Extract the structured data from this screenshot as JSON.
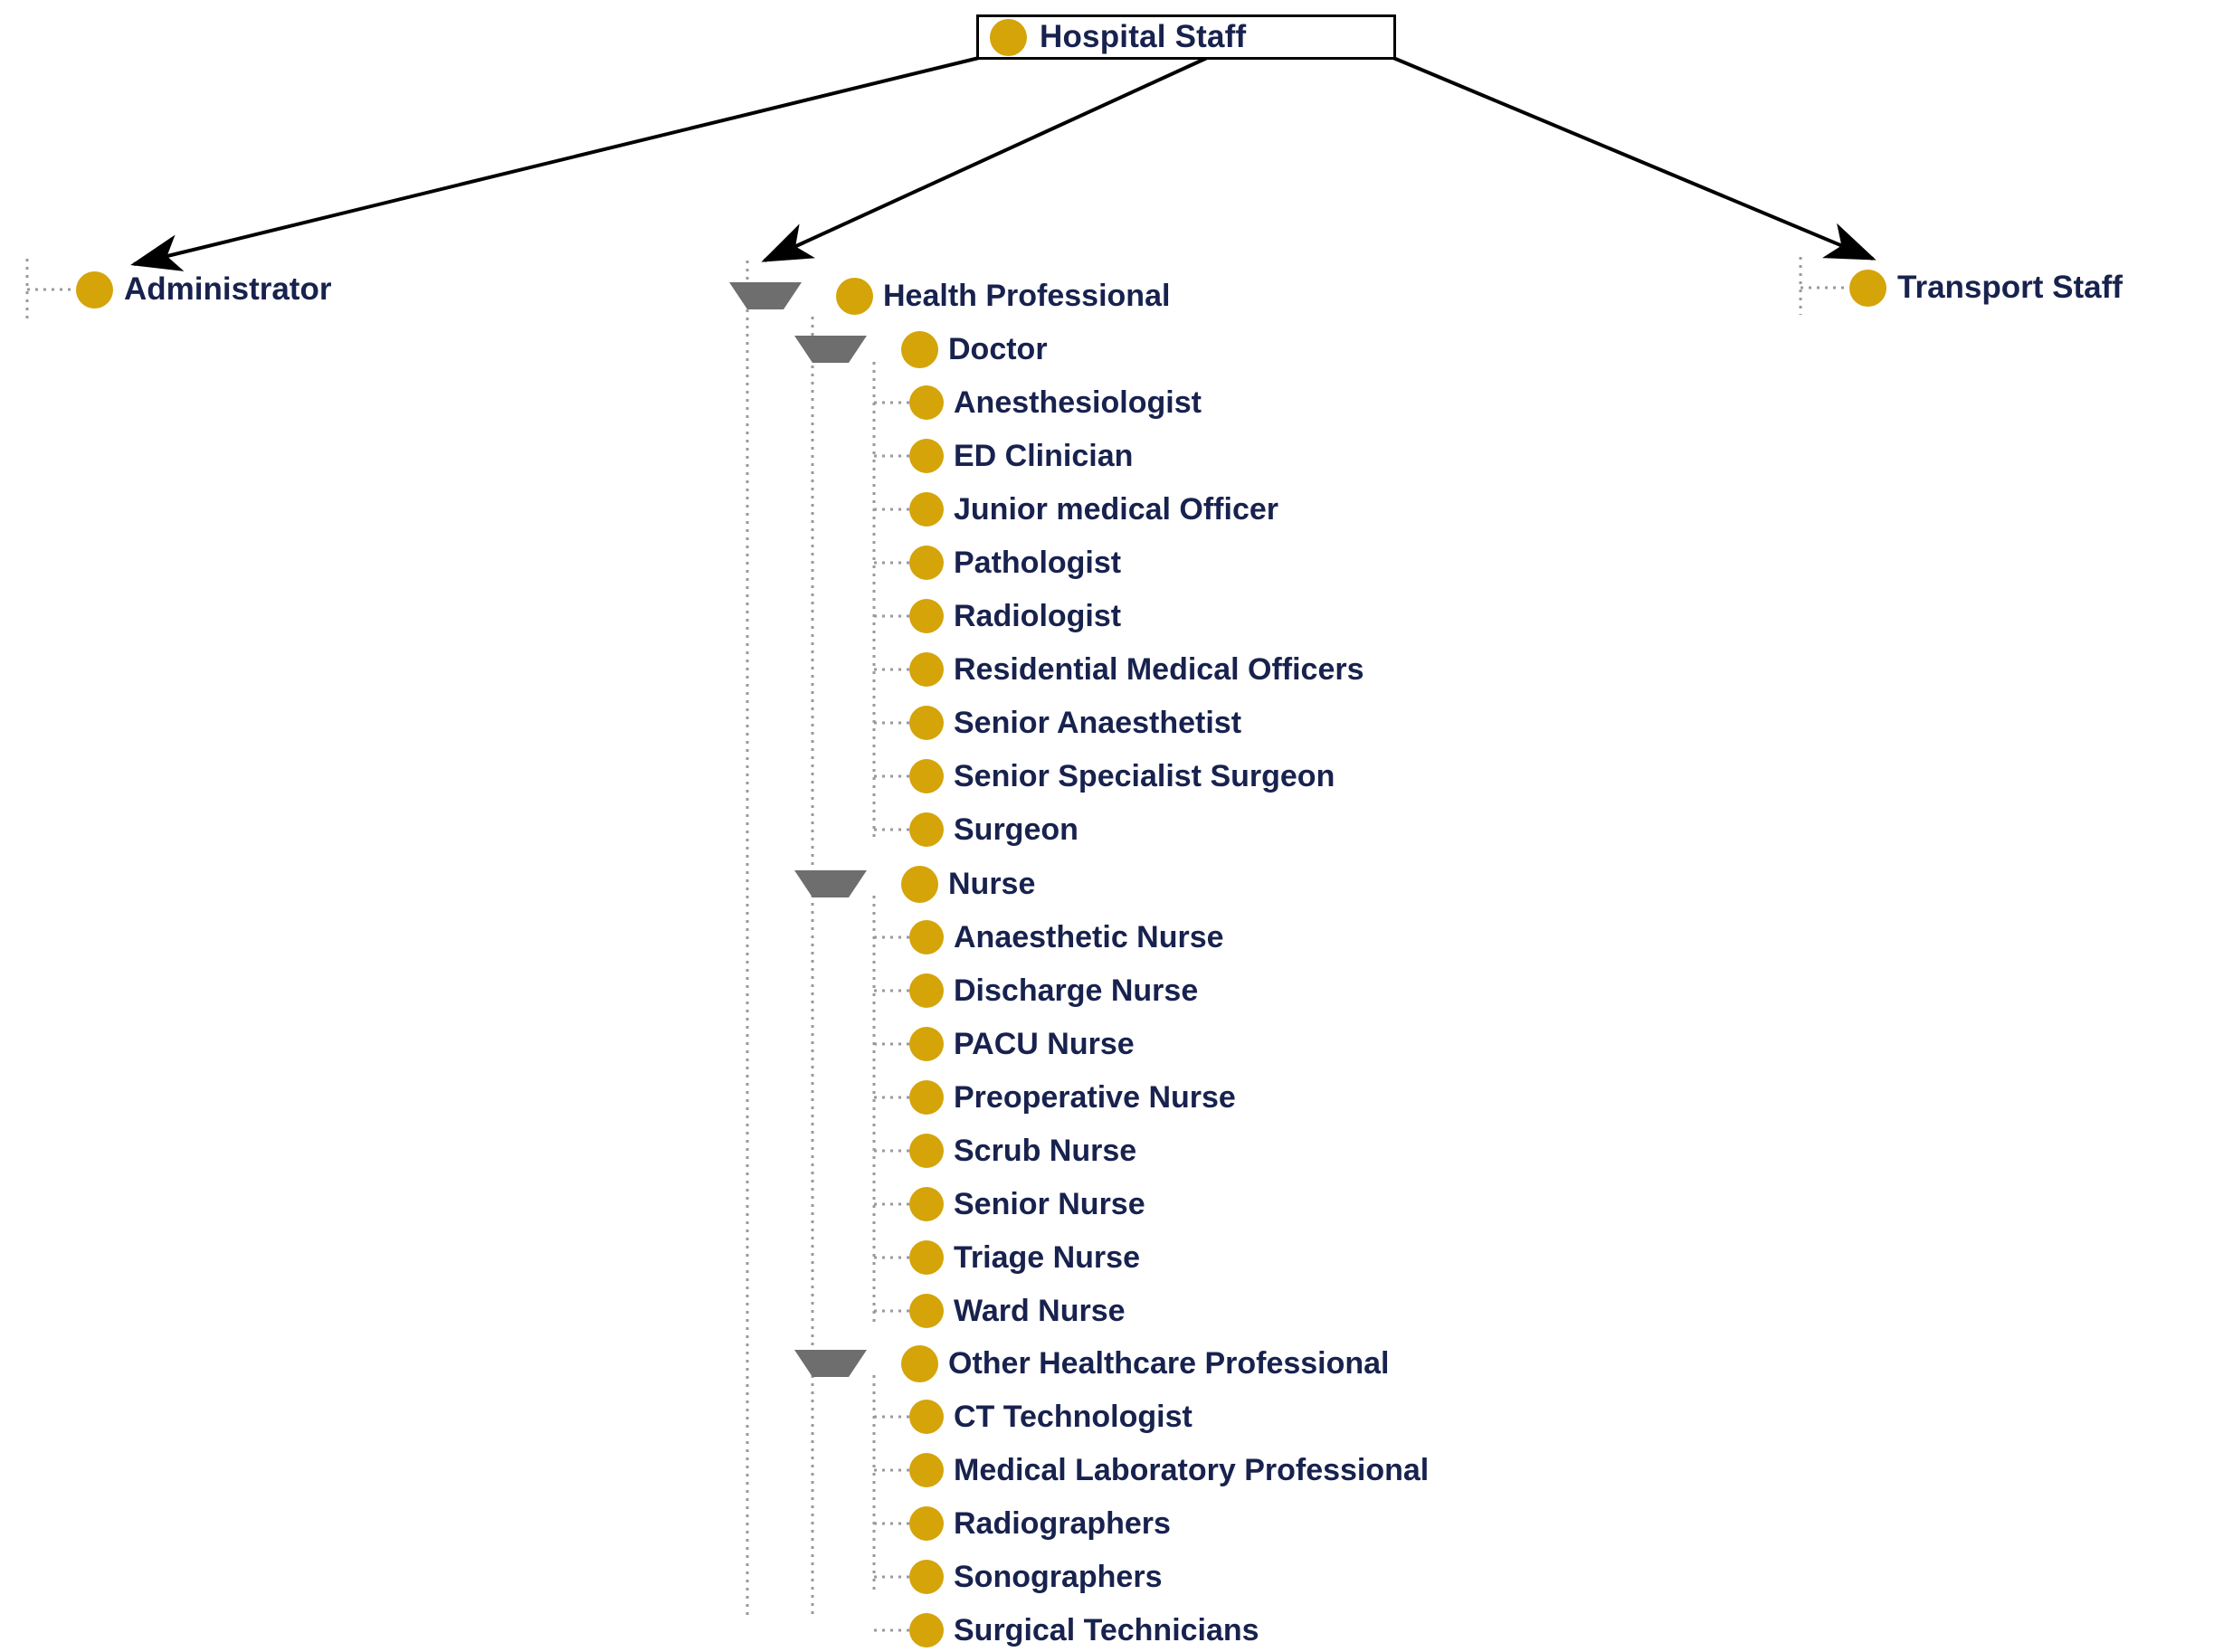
{
  "diagram": {
    "title": "Hospital Staff",
    "type": "hierarchical-taxonomy-tree",
    "colors": {
      "node_dot": "#d4a409",
      "label_text": "#18224e",
      "connector_arrow": "#000000",
      "tree_guide": "#9a9a9a",
      "expander_triangle": "#6e6e6e",
      "root_border": "#000000",
      "background": "#ffffff"
    }
  },
  "root": {
    "label": "Hospital Staff",
    "icon": "class-dot-icon"
  },
  "branches": [
    {
      "label": "Administrator",
      "icon": "class-dot-icon",
      "expandable": false
    },
    {
      "label": "Transport Staff",
      "icon": "class-dot-icon",
      "expandable": false
    }
  ],
  "tree": {
    "label": "Health Professional",
    "icon": "class-dot-icon",
    "expanded": true,
    "expander": "triangle-down-icon",
    "groups": [
      {
        "label": "Doctor",
        "icon": "class-dot-icon",
        "expanded": true,
        "expander": "triangle-down-icon",
        "children": [
          {
            "label": "Anesthesiologist",
            "icon": "class-dot-icon"
          },
          {
            "label": "ED Clinician",
            "icon": "class-dot-icon"
          },
          {
            "label": "Junior medical Officer",
            "icon": "class-dot-icon"
          },
          {
            "label": "Pathologist",
            "icon": "class-dot-icon"
          },
          {
            "label": "Radiologist",
            "icon": "class-dot-icon"
          },
          {
            "label": "Residential Medical Officers",
            "icon": "class-dot-icon"
          },
          {
            "label": "Senior Anaesthetist",
            "icon": "class-dot-icon"
          },
          {
            "label": "Senior Specialist Surgeon",
            "icon": "class-dot-icon"
          },
          {
            "label": "Surgeon",
            "icon": "class-dot-icon"
          }
        ]
      },
      {
        "label": "Nurse",
        "icon": "class-dot-icon",
        "expanded": true,
        "expander": "triangle-down-icon",
        "children": [
          {
            "label": "Anaesthetic Nurse",
            "icon": "class-dot-icon"
          },
          {
            "label": "Discharge Nurse",
            "icon": "class-dot-icon"
          },
          {
            "label": "PACU Nurse",
            "icon": "class-dot-icon"
          },
          {
            "label": "Preoperative Nurse",
            "icon": "class-dot-icon"
          },
          {
            "label": "Scrub Nurse",
            "icon": "class-dot-icon"
          },
          {
            "label": "Senior Nurse",
            "icon": "class-dot-icon"
          },
          {
            "label": "Triage Nurse",
            "icon": "class-dot-icon"
          },
          {
            "label": "Ward Nurse",
            "icon": "class-dot-icon"
          }
        ]
      },
      {
        "label": "Other Healthcare Professional",
        "icon": "class-dot-icon",
        "expanded": true,
        "expander": "triangle-down-icon",
        "children": [
          {
            "label": "CT Technologist",
            "icon": "class-dot-icon"
          },
          {
            "label": "Medical Laboratory Professional",
            "icon": "class-dot-icon"
          },
          {
            "label": "Radiographers",
            "icon": "class-dot-icon"
          },
          {
            "label": "Sonographers",
            "icon": "class-dot-icon"
          },
          {
            "label": "Surgical Technicians",
            "icon": "class-dot-icon"
          }
        ]
      }
    ]
  }
}
